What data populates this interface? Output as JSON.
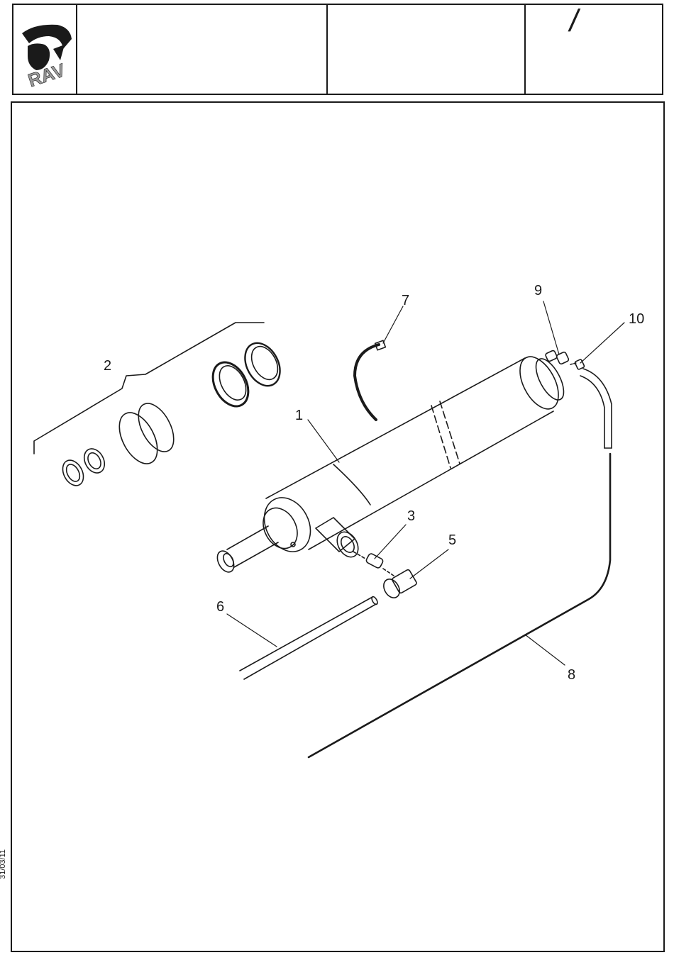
{
  "header": {
    "logo_text": "RAV",
    "title": "",
    "description": "",
    "page_ref": "/"
  },
  "side_date": "31/03/11",
  "callouts": {
    "c1": "1",
    "c2": "2",
    "c3": "3",
    "c5": "5",
    "c6": "6",
    "c7": "7",
    "c8": "8",
    "c9": "9",
    "c10": "10"
  },
  "colors": {
    "ink": "#1a1a1a",
    "logo_gray": "#9a9a9a",
    "paper": "#ffffff"
  }
}
